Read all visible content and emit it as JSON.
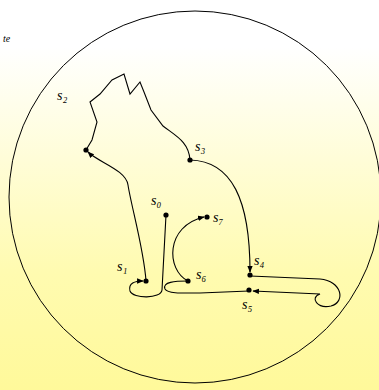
{
  "diagram": {
    "labels": [
      "te",
      "s₂",
      "s₃",
      "s₀",
      "s₇",
      "s₁",
      "s₆",
      "s₄",
      "s₅"
    ]
  }
}
